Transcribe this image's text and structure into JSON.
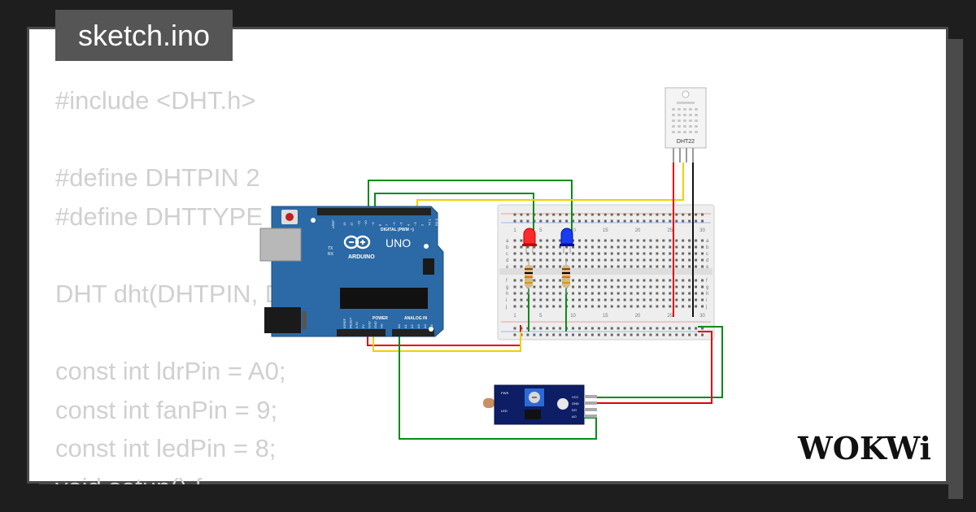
{
  "header": {
    "title": "sketch.ino"
  },
  "code": {
    "lines": [
      "#include <DHT.h>",
      "",
      "#define DHTPIN 2",
      "#define DHTTYPE DHT22",
      "",
      "DHT dht(DHTPIN, DHTTYPE);",
      "",
      "const int ldrPin = A0;",
      "const int fanPin = 9;",
      "const int ledPin = 8;",
      "void setup() {"
    ]
  },
  "arduino": {
    "brand": "ARDUINO",
    "model": "UNO",
    "digital_label": "DIGITAL (PWM ~)",
    "power_label": "POWER",
    "analog_label": "ANALOG IN",
    "tx_label": "TX",
    "rx_label": "RX",
    "aref_label": "AREF",
    "digital_pins": [
      "13",
      "12",
      "~11",
      "~10",
      "~9",
      "8",
      "7",
      "~6",
      "~5",
      "4",
      "~3",
      "2",
      "TX 1",
      "RX 0"
    ],
    "power_pins": [
      "IOREF",
      "RESET",
      "3.3V",
      "5V",
      "GND",
      "GND",
      "Vin"
    ],
    "analog_pins": [
      "A0",
      "A1",
      "A2",
      "A3",
      "A4",
      "A5"
    ]
  },
  "sensor": {
    "label": "DHT22"
  },
  "breadboard": {
    "column_numbers": [
      "1",
      "5",
      "10",
      "15",
      "20",
      "25",
      "30"
    ],
    "row_letters_top": [
      "a",
      "b",
      "c",
      "d",
      "e"
    ],
    "row_letters_bottom": [
      "f",
      "g",
      "h",
      "i",
      "j"
    ]
  },
  "ldr_module": {
    "pin_labels": [
      "VCC",
      "GND",
      "DO",
      "AO"
    ],
    "led_labels": [
      "PWR",
      "LED"
    ]
  },
  "brand": {
    "logo": "WOKWi"
  },
  "colors": {
    "background": "#1e1e1e",
    "title_bg": "#555555",
    "code_text": "#d0d0d0",
    "arduino_board": "#2b6aa6",
    "wire_green": "#0a8a1a",
    "wire_yellow": "#f0d000",
    "wire_red": "#e00000",
    "wire_black": "#111111",
    "led_red": "#ff2a2a",
    "led_blue": "#1a3cf0",
    "module_board": "#0d1e66"
  }
}
